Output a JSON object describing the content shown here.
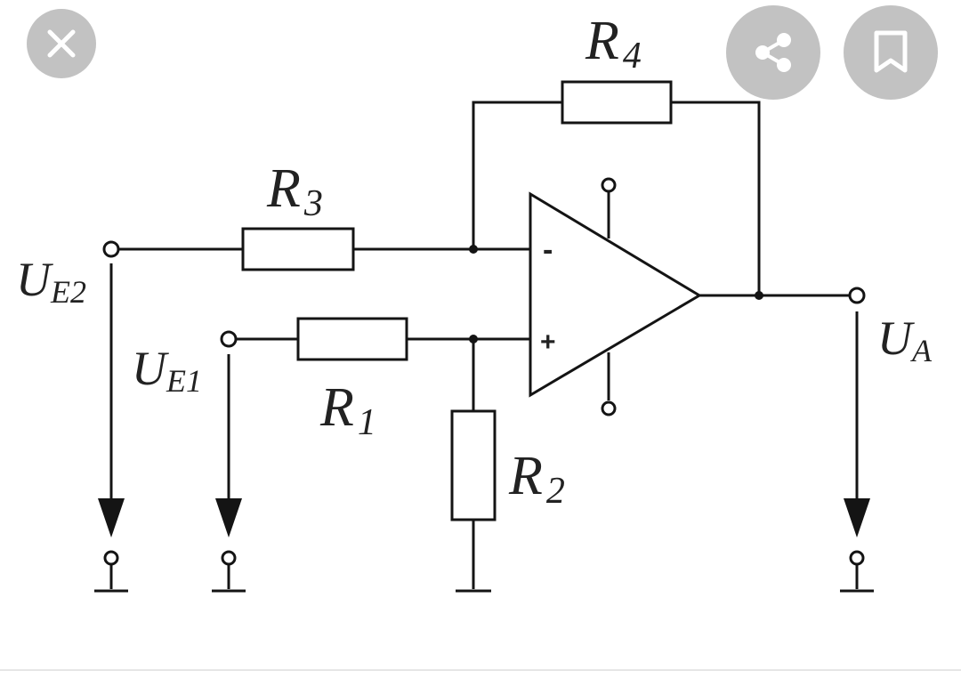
{
  "toolbar": {
    "close_icon": "close-icon",
    "share_icon": "share-icon",
    "bookmark_icon": "bookmark-icon",
    "button_color": "#c2c2c2"
  },
  "diagram": {
    "resistors": {
      "r4": {
        "letter": "R",
        "sub": "4"
      },
      "r3": {
        "letter": "R",
        "sub": "3"
      },
      "r1": {
        "letter": "R",
        "sub": "1"
      },
      "r2": {
        "letter": "R",
        "sub": "2"
      }
    },
    "voltages": {
      "ue2": {
        "letter": "U",
        "sub": "E2"
      },
      "ue1": {
        "letter": "U",
        "sub": "E1"
      },
      "ua": {
        "letter": "U",
        "sub": "A"
      }
    },
    "opamp": {
      "minus": "-",
      "plus": "+"
    }
  }
}
